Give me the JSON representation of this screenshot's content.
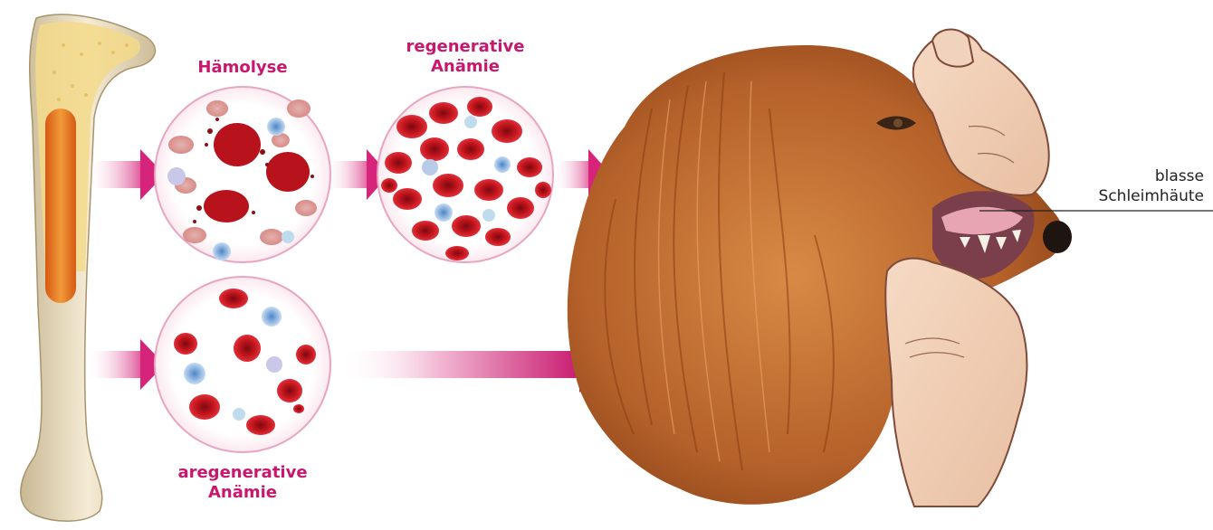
{
  "labels": {
    "haemolysis": "Hämolyse",
    "regenerative": "regenerative\nAnämie",
    "aregenerative": "aregenerative\nAnämie",
    "callout": "blasse\nSchleimhäute"
  },
  "colors": {
    "accent": "#c8176e",
    "arrow_light": "#f7d6e6",
    "rbc": "#c0141c",
    "rbc_pale": "#e9a3a0",
    "wbc": "#8fb8e6",
    "bone": "#efe3c8",
    "marrow": "#e8761c",
    "fur": "#c06a2c",
    "skin": "#f1cfb6"
  },
  "icons": [
    "bone-illustration",
    "dog-head-illustration",
    "hand-illustration"
  ]
}
